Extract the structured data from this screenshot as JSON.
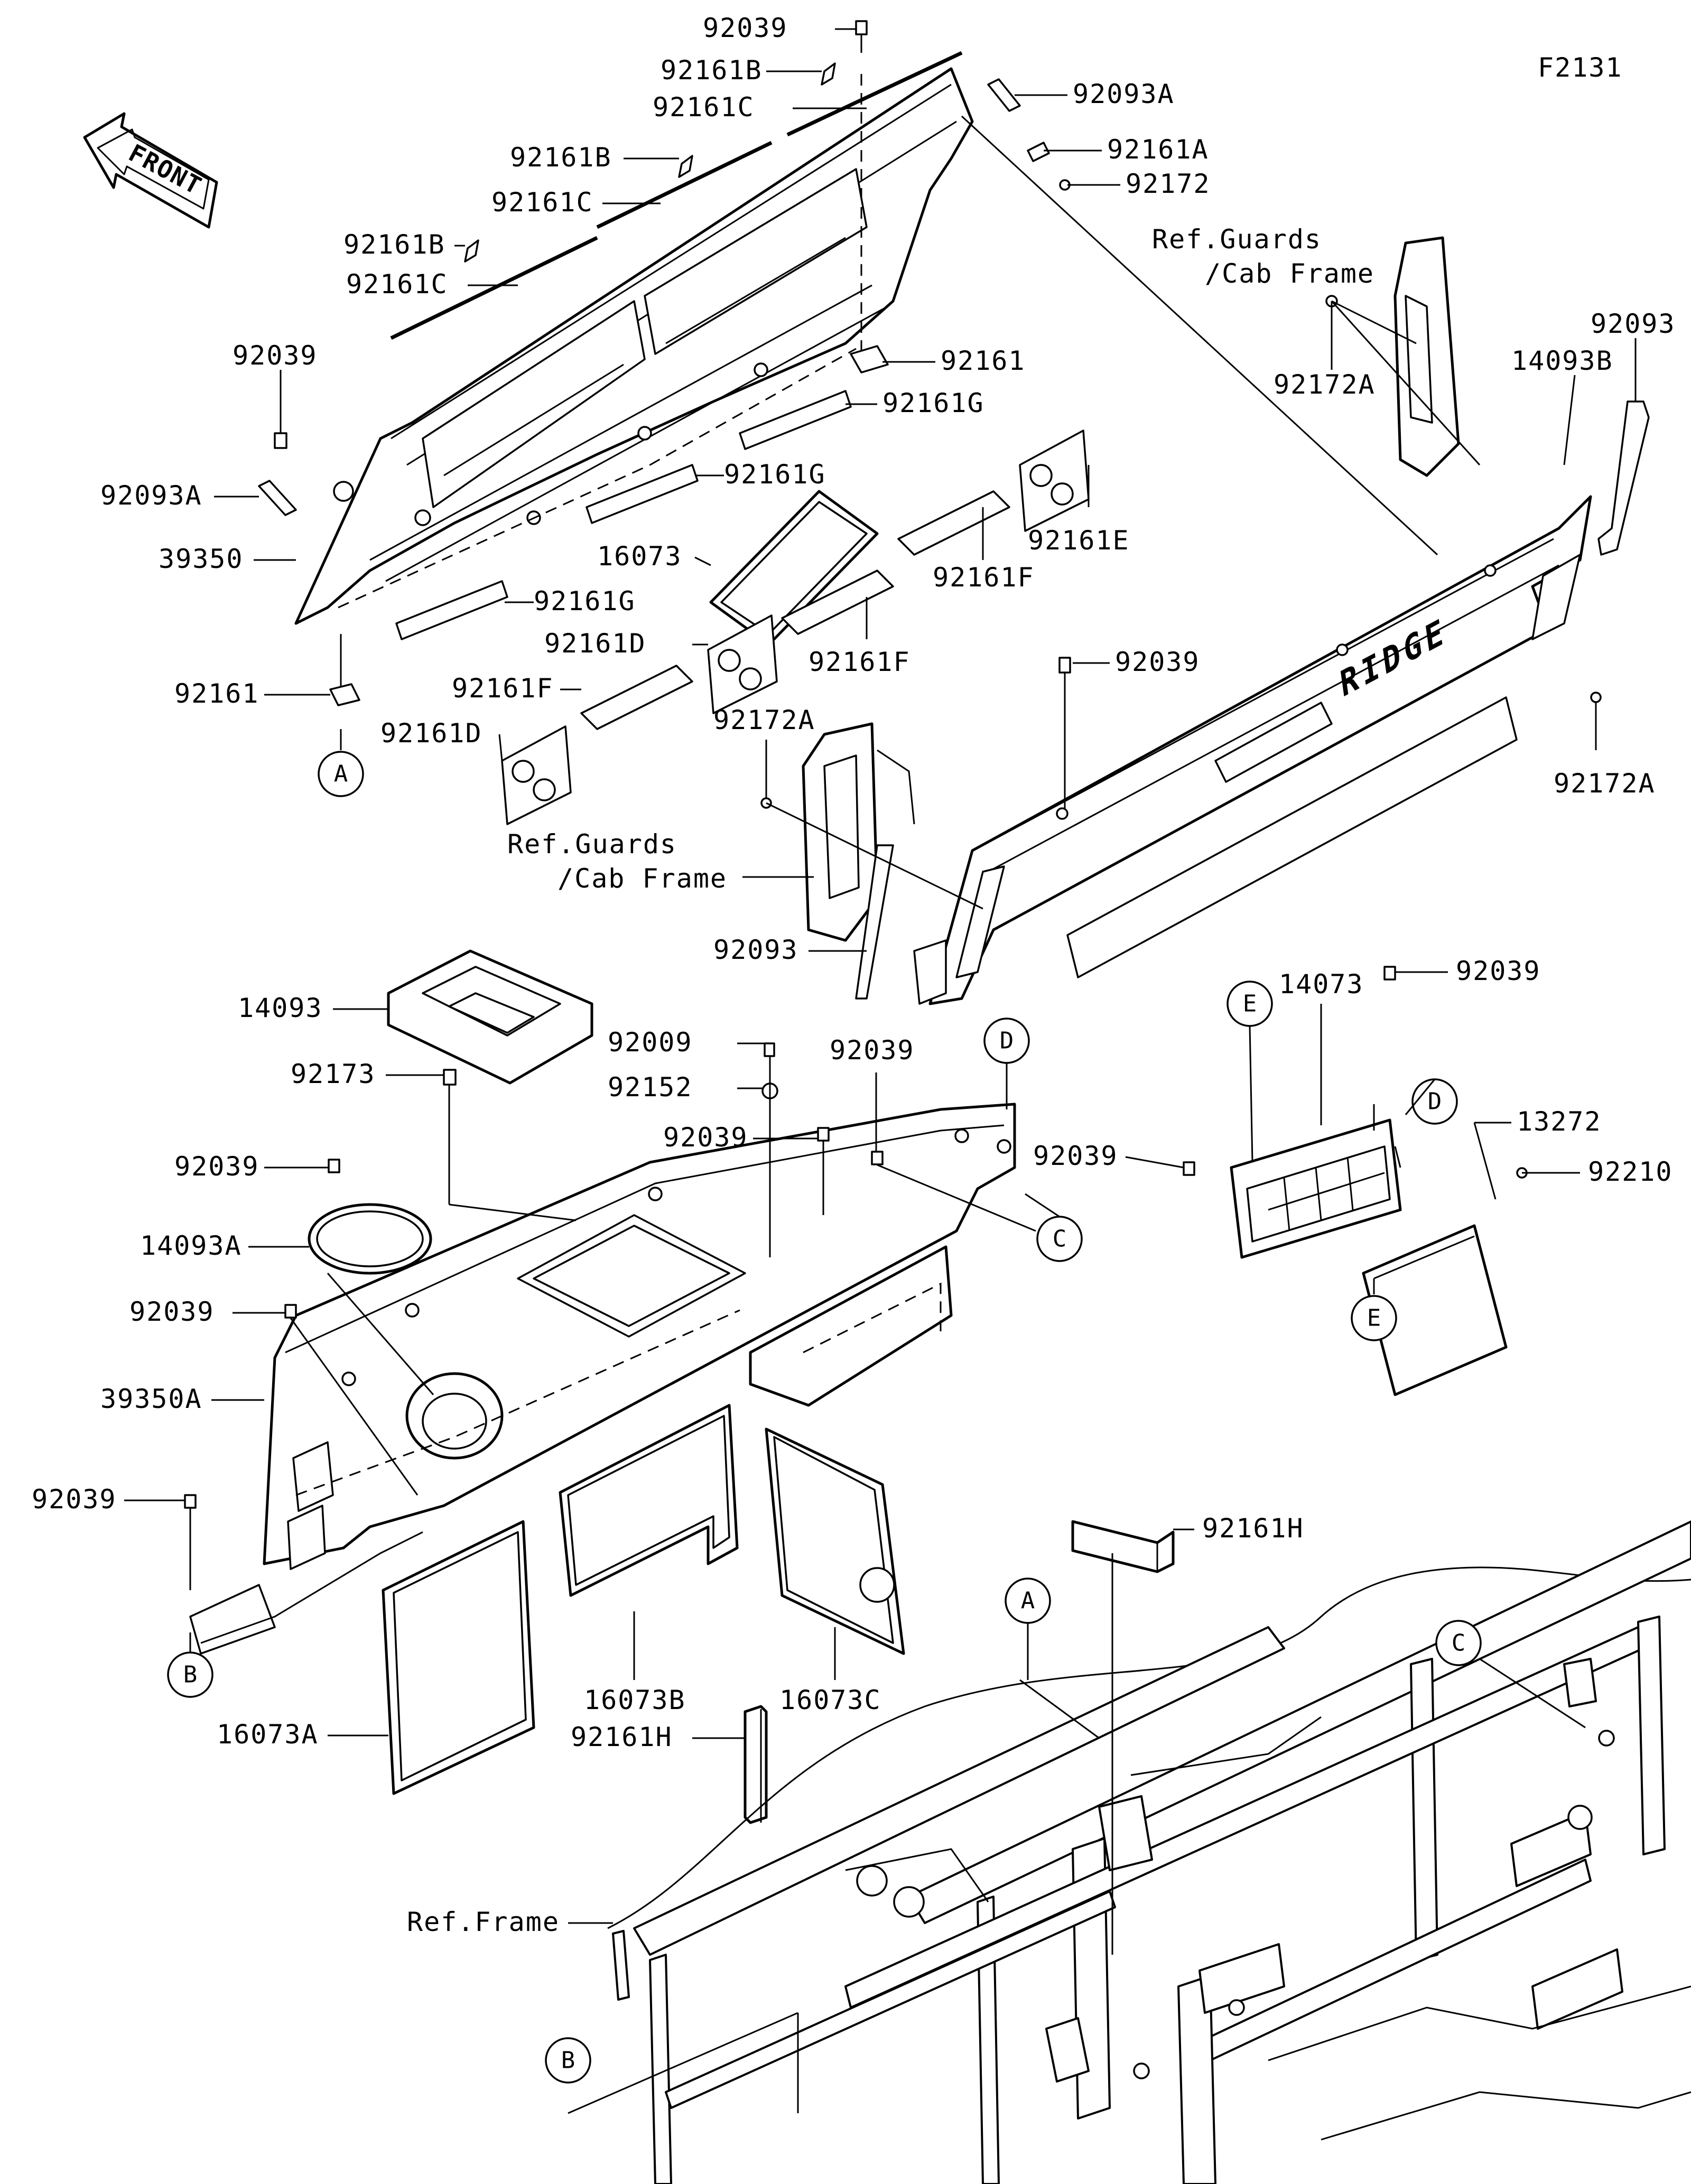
{
  "figure_code": "F2131",
  "front_arrow": {
    "label": "FRONT"
  },
  "refs": {
    "guards_top": [
      "Ref.Guards",
      "/Cab Frame"
    ],
    "guards_mid": [
      "Ref.Guards",
      "/Cab Frame"
    ],
    "frame": "Ref.Frame"
  },
  "bedside_emblem": "RIDGE",
  "labels": {
    "p92039_top": "92039",
    "p92161B_1": "92161B",
    "p92161C_1": "92161C",
    "p92093A_top": "92093A",
    "p92161A": "92161A",
    "p92172": "92172",
    "p92161B_2": "92161B",
    "p92161C_2": "92161C",
    "p92161B_3": "92161B",
    "p92161C_3": "92161C",
    "p92039_left": "92039",
    "p92161_top": "92161",
    "p92161G_1": "92161G",
    "p92172A_right": "92172A",
    "p14093B": "14093B",
    "p92093_right": "92093",
    "p92093A_left": "92093A",
    "p92161G_2": "92161G",
    "p92161E": "92161E",
    "p39350": "39350",
    "p16073": "16073",
    "p92161F_1": "92161F",
    "p92161G_3": "92161G",
    "p92161D_1": "92161D",
    "p92161F_2": "92161F",
    "p92039_mid": "92039",
    "p92161_left": "92161",
    "p92161F_3": "92161F",
    "p92172A_mid": "92172A",
    "p92161D_2": "92161D",
    "p92172A_far": "92172A",
    "p92093_mid": "92093",
    "p14073": "14073",
    "p92039_box": "92039",
    "p14093": "14093",
    "p92009": "92009",
    "p92039_c1": "92039",
    "p92173": "92173",
    "p92152": "92152",
    "p92039_c2": "92039",
    "p92039_bx2": "92039",
    "p13272": "13272",
    "p92039_l2": "92039",
    "p92210": "92210",
    "p14093A": "14093A",
    "p92039_l3": "92039",
    "p39350A": "39350A",
    "p92039_l4": "92039",
    "p92161H_1": "92161H",
    "p16073B": "16073B",
    "p16073C": "16073C",
    "p16073A": "16073A",
    "p92161H_2": "92161H"
  },
  "callouts": {
    "A_top": "A",
    "A_bottom": "A",
    "B_left": "B",
    "B_bottom": "B",
    "C_mid": "C",
    "C_right": "C",
    "D_top": "D",
    "D_right": "D",
    "E_top": "E",
    "E_bottom": "E"
  }
}
